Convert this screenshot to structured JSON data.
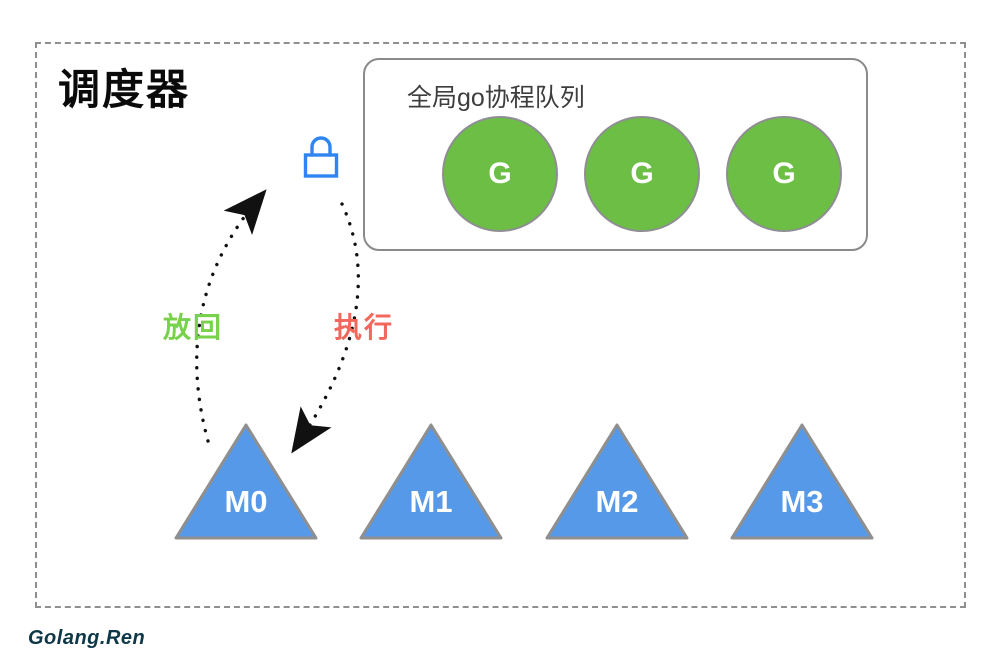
{
  "diagram": {
    "title": "调度器",
    "watermark": "Golang.Ren",
    "queue": {
      "label": "全局go协程队列",
      "goroutines": [
        {
          "label": "G"
        },
        {
          "label": "G"
        },
        {
          "label": "G"
        }
      ],
      "circle_color": "#6cbe45",
      "circle_border_color": "#8e8e93",
      "box_border_color": "#8a8a8a"
    },
    "lock": {
      "icon": "lock-icon",
      "color": "#2f86f2"
    },
    "arrows": {
      "put_back": {
        "label": "放回",
        "color": "#77d14a",
        "style": "dotted-black-curve-up-to-lock"
      },
      "execute": {
        "label": "执行",
        "color": "#f2685c",
        "style": "dotted-black-curve-down-to-m0"
      }
    },
    "machines": {
      "items": [
        {
          "label": "M0"
        },
        {
          "label": "M1"
        },
        {
          "label": "M2"
        },
        {
          "label": "M3"
        }
      ],
      "triangle_color": "#5599e8",
      "triangle_border_color": "#8f8f8f"
    },
    "frame_border_color": "#8f8f8f"
  }
}
